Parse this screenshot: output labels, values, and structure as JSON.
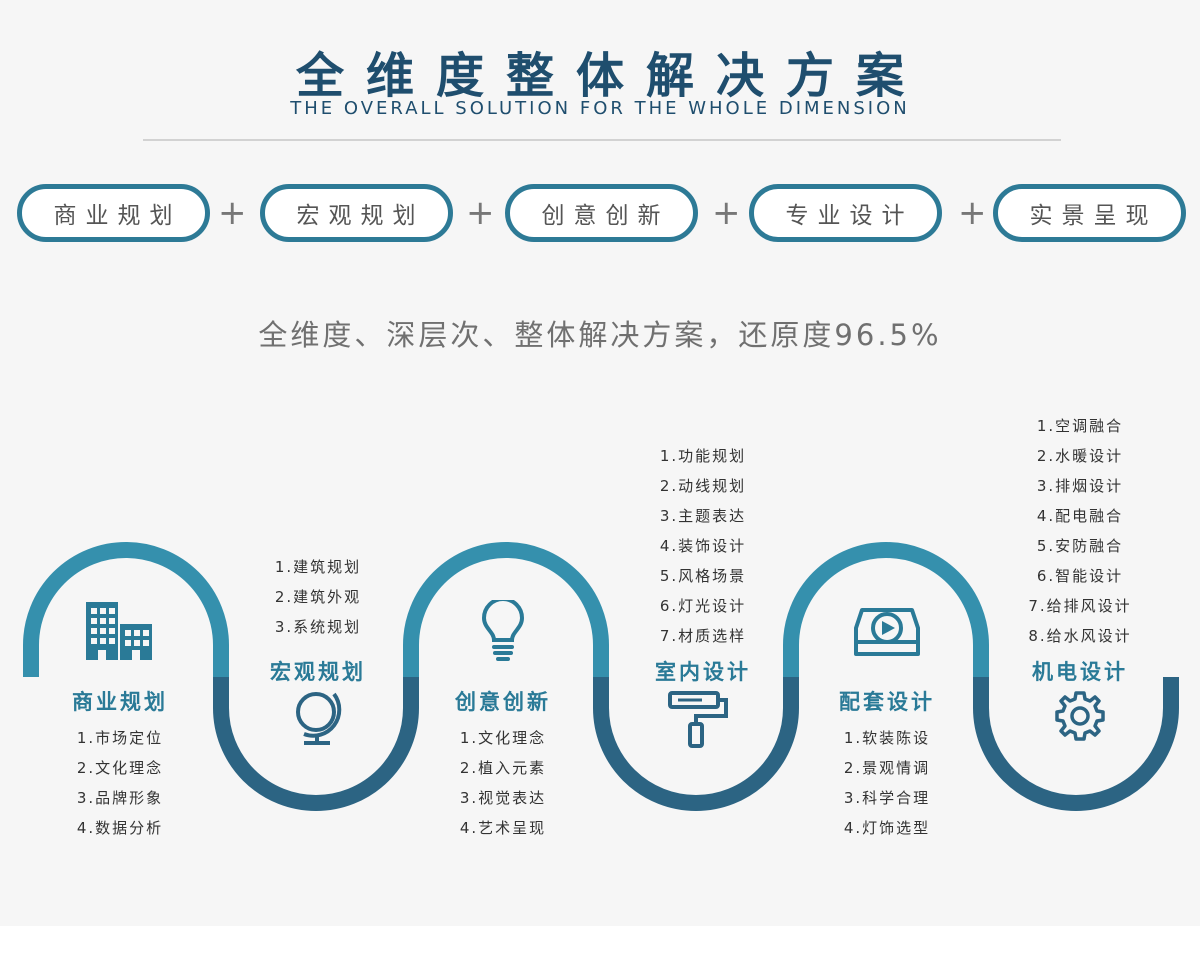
{
  "header": {
    "title": "全维度整体解决方案",
    "subtitle": "THE OVERALL SOLUTION FOR THE WHOLE DIMENSION"
  },
  "pills": [
    "商业规划",
    "宏观规划",
    "创意创新",
    "专业设计",
    "实景呈现"
  ],
  "plus_sign": "+",
  "tagline": "全维度、深层次、整体解决方案，还原度96.5%",
  "colors": {
    "accent_light": "#3590ad",
    "accent_dark": "#2c6483",
    "title": "#1f4e6e"
  },
  "stages": [
    {
      "title": "商业规划",
      "icon": "buildings-icon",
      "items": [
        "1.市场定位",
        "2.文化理念",
        "3.品牌形象",
        "4.数据分析"
      ]
    },
    {
      "title": "宏观规划",
      "icon": "globe-icon",
      "items": [
        "1.建筑规划",
        "2.建筑外观",
        "3.系统规划"
      ]
    },
    {
      "title": "创意创新",
      "icon": "lightbulb-icon",
      "items": [
        "1.文化理念",
        "2.植入元素",
        "3.视觉表达",
        "4.艺术呈现"
      ]
    },
    {
      "title": "室内设计",
      "icon": "paint-roller-icon",
      "items": [
        "1.功能规划",
        "2.动线规划",
        "3.主题表达",
        "4.装饰设计",
        "5.风格场景",
        "6.灯光设计",
        "7.材质选样"
      ]
    },
    {
      "title": "配套设计",
      "icon": "play-sofa-icon",
      "items": [
        "1.软装陈设",
        "2.景观情调",
        "3.科学合理",
        "4.灯饰选型"
      ]
    },
    {
      "title": "机电设计",
      "icon": "gear-icon",
      "items": [
        "1.空调融合",
        "2.水暖设计",
        "3.排烟设计",
        "4.配电融合",
        "5.安防融合",
        "6.智能设计",
        "7.给排风设计",
        "8.给水风设计"
      ]
    }
  ]
}
